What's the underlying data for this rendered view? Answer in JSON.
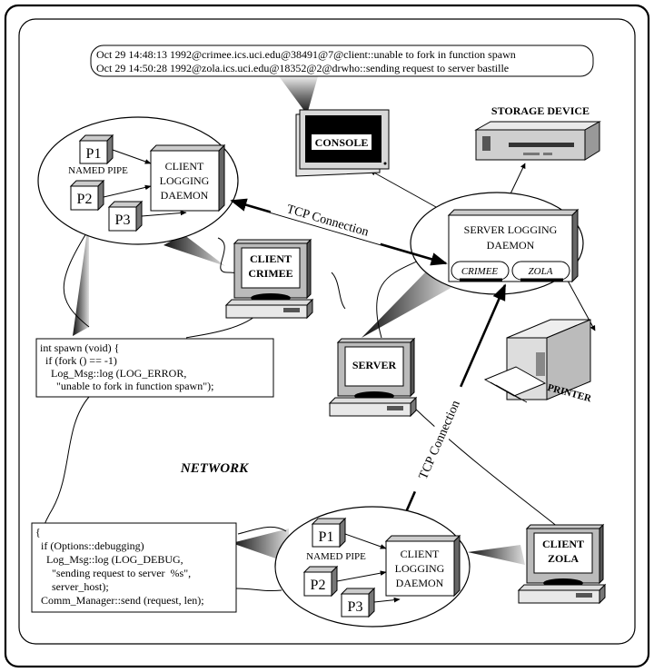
{
  "log_console_lines": [
    "Oct 29 14:48:13 1992@crimee.ics.uci.edu@38491@7@client::unable to fork in function spawn",
    "Oct 29 14:50:28 1992@zola.ics.uci.edu@18352@2@drwho::sending request to server bastille"
  ],
  "console_label": "CONSOLE",
  "storage_label": "STORAGE DEVICE",
  "printer_label": "PRINTER",
  "network_label": "NETWORK",
  "tcp_label_top": "TCP Connection",
  "tcp_label_bottom": "TCP Connection",
  "client_crimee": {
    "pipe_label": "NAMED PIPE",
    "daemon_lines": [
      "CLIENT",
      "LOGGING",
      "DAEMON"
    ],
    "computer_lines": [
      "CLIENT",
      "CRIMEE"
    ]
  },
  "client_zola": {
    "pipe_label": "NAMED PIPE",
    "daemon_lines": [
      "CLIENT",
      "LOGGING",
      "DAEMON"
    ],
    "computer_lines": [
      "CLIENT",
      "ZOLA"
    ]
  },
  "processes": [
    "P1",
    "P2",
    "P3"
  ],
  "server": {
    "daemon_lines": [
      "SERVER  LOGGING",
      "DAEMON"
    ],
    "hosts": [
      "CRIMEE",
      "ZOLA"
    ],
    "computer_label": "SERVER"
  },
  "code_top": [
    "int spawn (void) {",
    "  if (fork () == -1)",
    "    Log_Msg::log (LOG_ERROR,",
    "      \"unable to fork in function spawn\");"
  ],
  "code_bottom": [
    "{",
    "  if (Options::debugging)",
    "    Log_Msg::log (LOG_DEBUG,",
    "      \"sending request to server  %s\",",
    "      server_host);",
    "  Comm_Manager::send (request, len);"
  ]
}
